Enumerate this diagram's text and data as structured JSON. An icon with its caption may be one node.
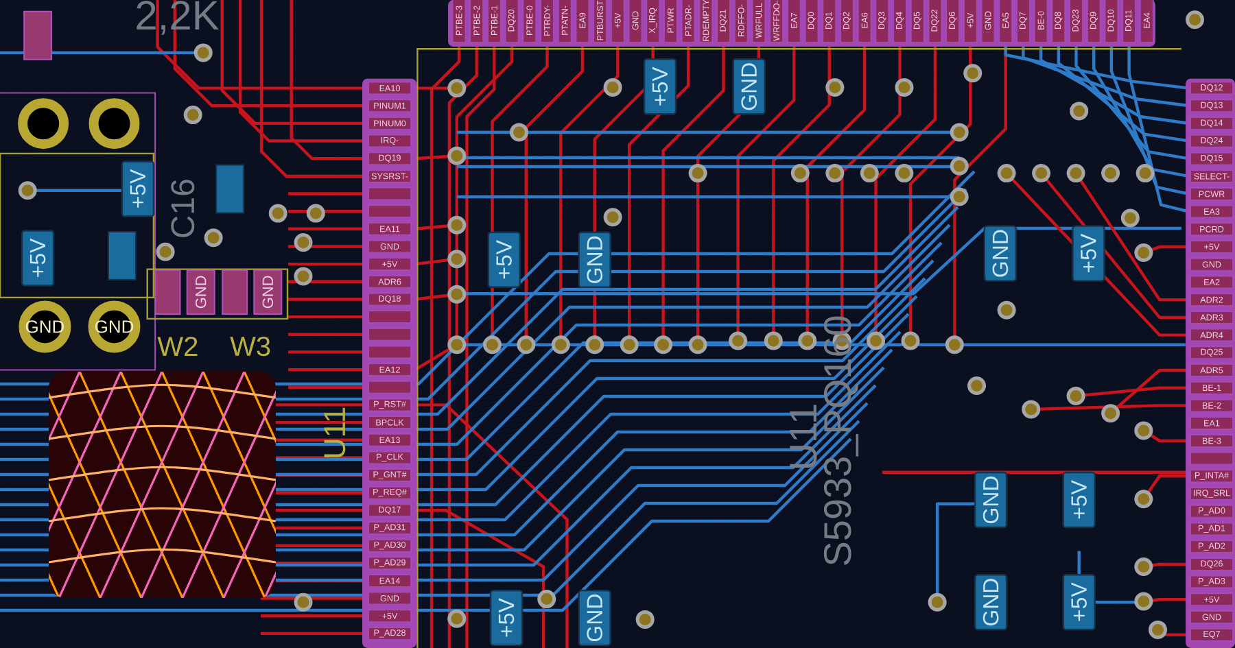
{
  "diagram": {
    "labels": [
      "PTBE-3",
      "PTBE-2",
      "PTBE-1",
      "DQ20",
      "PTBE-0",
      "PTRDY-",
      "PTATN-",
      "EA9",
      "PTBURST",
      "+5V",
      "GND",
      "X_IRQ",
      "PTWR",
      "PTADR-",
      "RDEMPTY",
      "DQ21",
      "RDFFO-",
      "WRFULL",
      "WRFFDO-",
      "EA7",
      "DQ0",
      "DQ1",
      "DQ2",
      "EA6",
      "DQ3",
      "DQ4",
      "DQ5",
      "DQ22",
      "DQ6",
      "+5V",
      "GND",
      "EA5",
      "DQ7",
      "BE-0",
      "DQ8",
      "DQ23",
      "DQ9",
      "DQ10",
      "DQ11",
      "EA4",
      "2,2K",
      "+5V",
      "GND",
      "EA10",
      "PINUM1",
      "PINUM0",
      "IRQ-",
      "DQ19",
      "SYSRST-",
      "EA11",
      "GND",
      "+5V",
      "ADR6",
      "DQ18",
      "EA12",
      "P_RST#",
      "BPCLK",
      "EA13",
      "P_CLK",
      "P_GNT#",
      "P_REQ#",
      "DQ17",
      "P_AD31",
      "P_AD30",
      "P_AD29",
      "EA14",
      "GND",
      "+5V",
      "P_AD28",
      "+5V",
      "C16",
      "+5V",
      "GND",
      "GND",
      "GND",
      "GND",
      "W2",
      "W3",
      "+5V",
      "GND",
      "GND",
      "+5V",
      "U11",
      "U11",
      "S5933_PQ160",
      "GND",
      "+5V",
      "GND",
      "+5V",
      "+5V",
      "GND",
      "DQ12",
      "DQ13",
      "DQ14",
      "DQ24",
      "DQ15",
      "SELECT-",
      "PCWR",
      "EA3",
      "PCRD",
      "+5V",
      "GND",
      "EA2",
      "ADR2",
      "ADR3",
      "ADR4",
      "DQ25",
      "ADR5",
      "BE-1",
      "BE-2",
      "EA1",
      "BE-3",
      "P_INTA#",
      "IRQ_SRL",
      "P_AD0",
      "P_AD1",
      "P_AD2",
      "DQ26",
      "P_AD3",
      "+5V",
      "GND",
      "EQ7"
    ]
  }
}
